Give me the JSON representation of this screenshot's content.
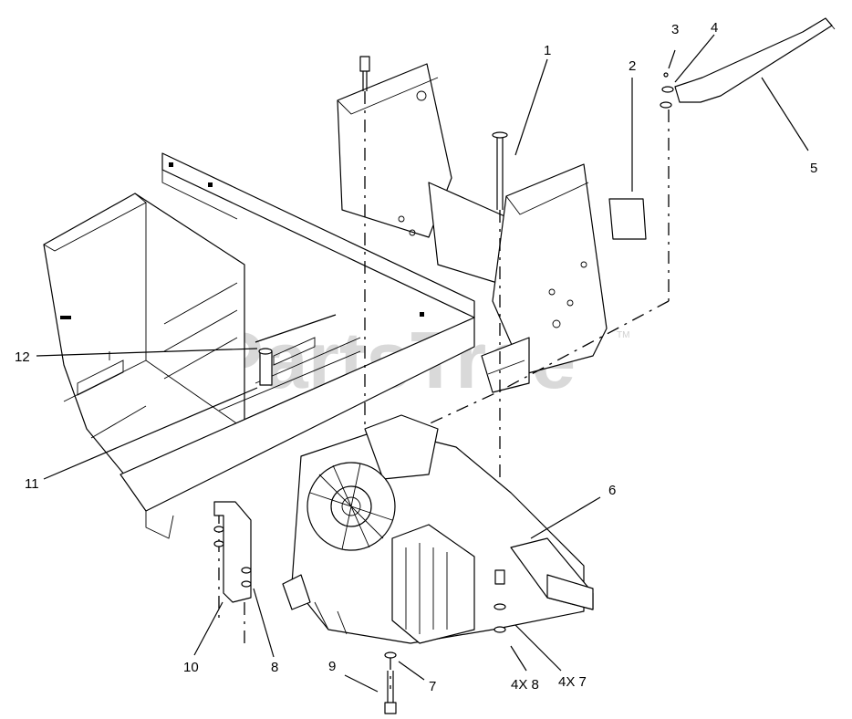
{
  "watermark": {
    "text": "PartsTree",
    "trademark": "TM"
  },
  "callouts": [
    {
      "id": "c1",
      "label": "1"
    },
    {
      "id": "c2",
      "label": "2"
    },
    {
      "id": "c3",
      "label": "3"
    },
    {
      "id": "c4",
      "label": "4"
    },
    {
      "id": "c5",
      "label": "5"
    },
    {
      "id": "c6",
      "label": "6"
    },
    {
      "id": "c7a",
      "label": "4X 7"
    },
    {
      "id": "c8a",
      "label": "4X 8"
    },
    {
      "id": "c7b",
      "label": "7"
    },
    {
      "id": "c9",
      "label": "9"
    },
    {
      "id": "c8b",
      "label": "8"
    },
    {
      "id": "c10",
      "label": "10"
    },
    {
      "id": "c11",
      "label": "11"
    },
    {
      "id": "c12",
      "label": "12"
    }
  ]
}
